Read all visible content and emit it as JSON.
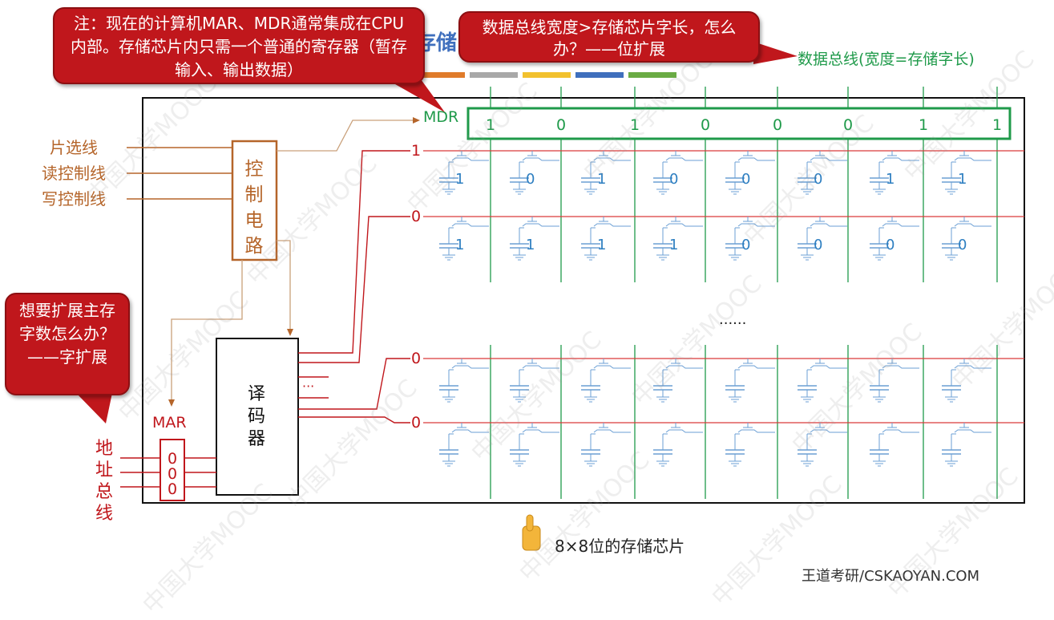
{
  "title_fragment": "存储",
  "callouts": {
    "mar_mdr_note": "注：现在的计算机MAR、MDR通常集成在CPU内部。存储芯片内只需一个普通的寄存器（暂存输入、输出数据）",
    "bus_width": "数据总线宽度>存储芯片字长，怎么办？——位扩展",
    "word_expand": "想要扩展主存字数怎么办？——字扩展"
  },
  "labels": {
    "data_bus": "数据总线(宽度=存储字长)",
    "mdr": "MDR",
    "mar": "MAR",
    "chip_select": "片选线",
    "read_ctrl": "读控制线",
    "write_ctrl": "写控制线",
    "control_circuit": [
      "控",
      "制",
      "电",
      "路"
    ],
    "decoder": [
      "译",
      "码",
      "器"
    ],
    "address_bus": [
      "地",
      "址",
      "总",
      "线"
    ],
    "decoder_dots": "···",
    "row_dots": "......",
    "caption": "8×8位的存储芯片",
    "brand": "王道考研/CSKAOYAN.COM",
    "watermark": "中国大学MOOC"
  },
  "mdr_bits": [
    "1",
    "0",
    "1",
    "0",
    "0",
    "0",
    "1",
    "1"
  ],
  "mar_bits": [
    "0",
    "0",
    "0"
  ],
  "word_lines": [
    "1",
    "0",
    "0",
    "0"
  ],
  "cell_rows": [
    [
      "1",
      "0",
      "1",
      "0",
      "0",
      "0",
      "1",
      "1"
    ],
    [
      "1",
      "1",
      "1",
      "1",
      "0",
      "0",
      "0",
      "0"
    ],
    [
      "",
      "",
      "",
      "",
      "",
      "",
      "",
      ""
    ],
    [
      "",
      "",
      "",
      "",
      "",
      "",
      "",
      ""
    ]
  ],
  "colors": {
    "red": "#c0171c",
    "green": "#1f9a4a",
    "brown": "#b5652a",
    "blue": "#2e7fc1",
    "word_line": "#d93a3a"
  },
  "swatches": [
    "#e07b2a",
    "#a8a8a8",
    "#f2c12e",
    "#3f6fbd",
    "#6aab44"
  ]
}
